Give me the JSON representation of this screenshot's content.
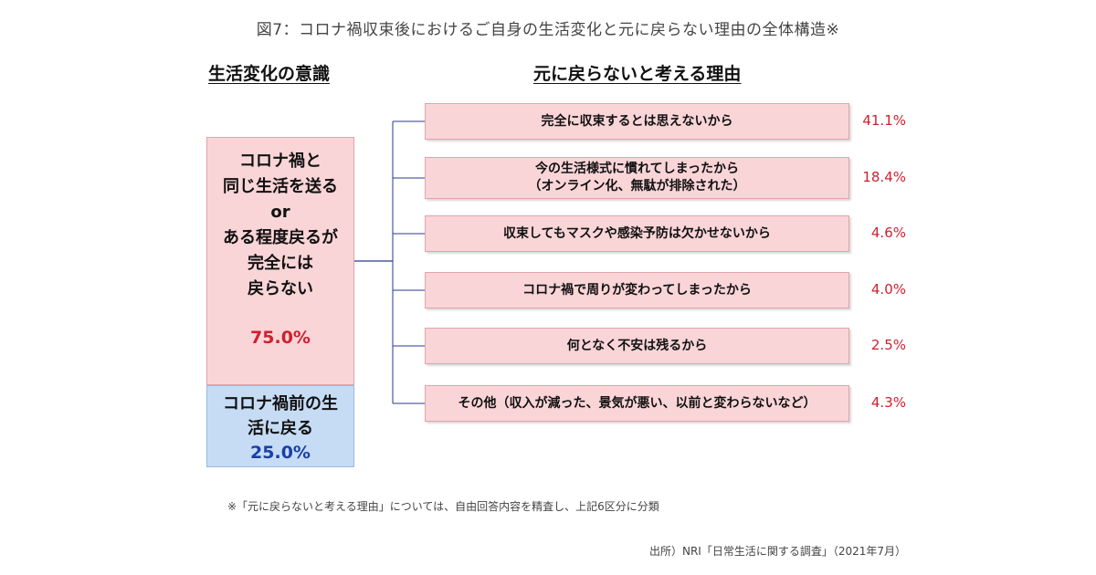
{
  "title": "図7：コロナ禍収束後におけるご自身の生活変化と元に戻らない理由の全体構造※",
  "left_heading": "生活変化の意識",
  "right_heading": "元に戻らないと考える理由",
  "pink_box": {
    "lines": [
      "コロナ禍と",
      "同じ生活を送る",
      "or",
      "ある程度戻るが",
      "完全には",
      "戻らない"
    ],
    "percent": "75.0%"
  },
  "blue_box": {
    "lines": [
      "コロナ禍前の生",
      "活に戻る"
    ],
    "percent": "25.0%"
  },
  "chart_data": {
    "type": "table",
    "categories": [
      "コロナ禍と同じ生活を送る or ある程度戻るが完全には戻らない",
      "コロナ禍前の生活に戻る"
    ],
    "values": [
      75.0,
      25.0
    ],
    "reasons": [
      {
        "lines": [
          "完全に収束するとは思えないから"
        ],
        "percent": "41.1%",
        "value": 41.1
      },
      {
        "lines": [
          "今の生活様式に慣れてしまったから",
          "（オンライン化、無駄が排除された）"
        ],
        "percent": "18.4%",
        "value": 18.4
      },
      {
        "lines": [
          "収束してもマスクや感染予防は欠かせないから"
        ],
        "percent": "4.6%",
        "value": 4.6
      },
      {
        "lines": [
          "コロナ禍で周りが変わってしまったから"
        ],
        "percent": "4.0%",
        "value": 4.0
      },
      {
        "lines": [
          "何となく不安は残るから"
        ],
        "percent": "2.5%",
        "value": 2.5
      },
      {
        "lines": [
          "その他（収入が減った、景気が悪い、以前と変わらないなど）"
        ],
        "percent": "4.3%",
        "value": 4.3
      }
    ]
  },
  "note": "※「元に戻らないと考える理由」については、自由回答内容を精査し、上記6区分に分類",
  "source": "出所）NRI「日常生活に関する調査」（2021年7月）",
  "colors": {
    "pink": "#f9d5d8",
    "blue": "#c6dcf5",
    "red_text": "#d01f2e",
    "blue_text": "#1a3fa6",
    "connector": "#2b3a8c"
  }
}
